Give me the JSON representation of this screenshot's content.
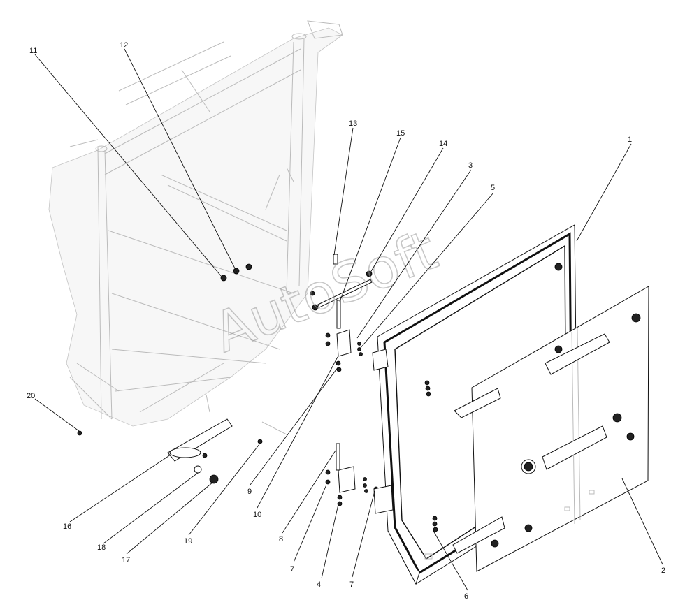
{
  "watermark": "AutoSoft",
  "callouts": [
    {
      "id": "label-1",
      "text": "1"
    },
    {
      "id": "label-2",
      "text": "2"
    },
    {
      "id": "label-3",
      "text": "3"
    },
    {
      "id": "label-4",
      "text": "4"
    },
    {
      "id": "label-5",
      "text": "5"
    },
    {
      "id": "label-6",
      "text": "6"
    },
    {
      "id": "label-7a",
      "text": "7"
    },
    {
      "id": "label-7b",
      "text": "7"
    },
    {
      "id": "label-8",
      "text": "8"
    },
    {
      "id": "label-9",
      "text": "9"
    },
    {
      "id": "label-10",
      "text": "10"
    },
    {
      "id": "label-11",
      "text": "11"
    },
    {
      "id": "label-12",
      "text": "12"
    },
    {
      "id": "label-13",
      "text": "13"
    },
    {
      "id": "label-14",
      "text": "14"
    },
    {
      "id": "label-15",
      "text": "15"
    },
    {
      "id": "label-16",
      "text": "16"
    },
    {
      "id": "label-17",
      "text": "17"
    },
    {
      "id": "label-18",
      "text": "18"
    },
    {
      "id": "label-19",
      "text": "19"
    },
    {
      "id": "label-20",
      "text": "20"
    }
  ]
}
